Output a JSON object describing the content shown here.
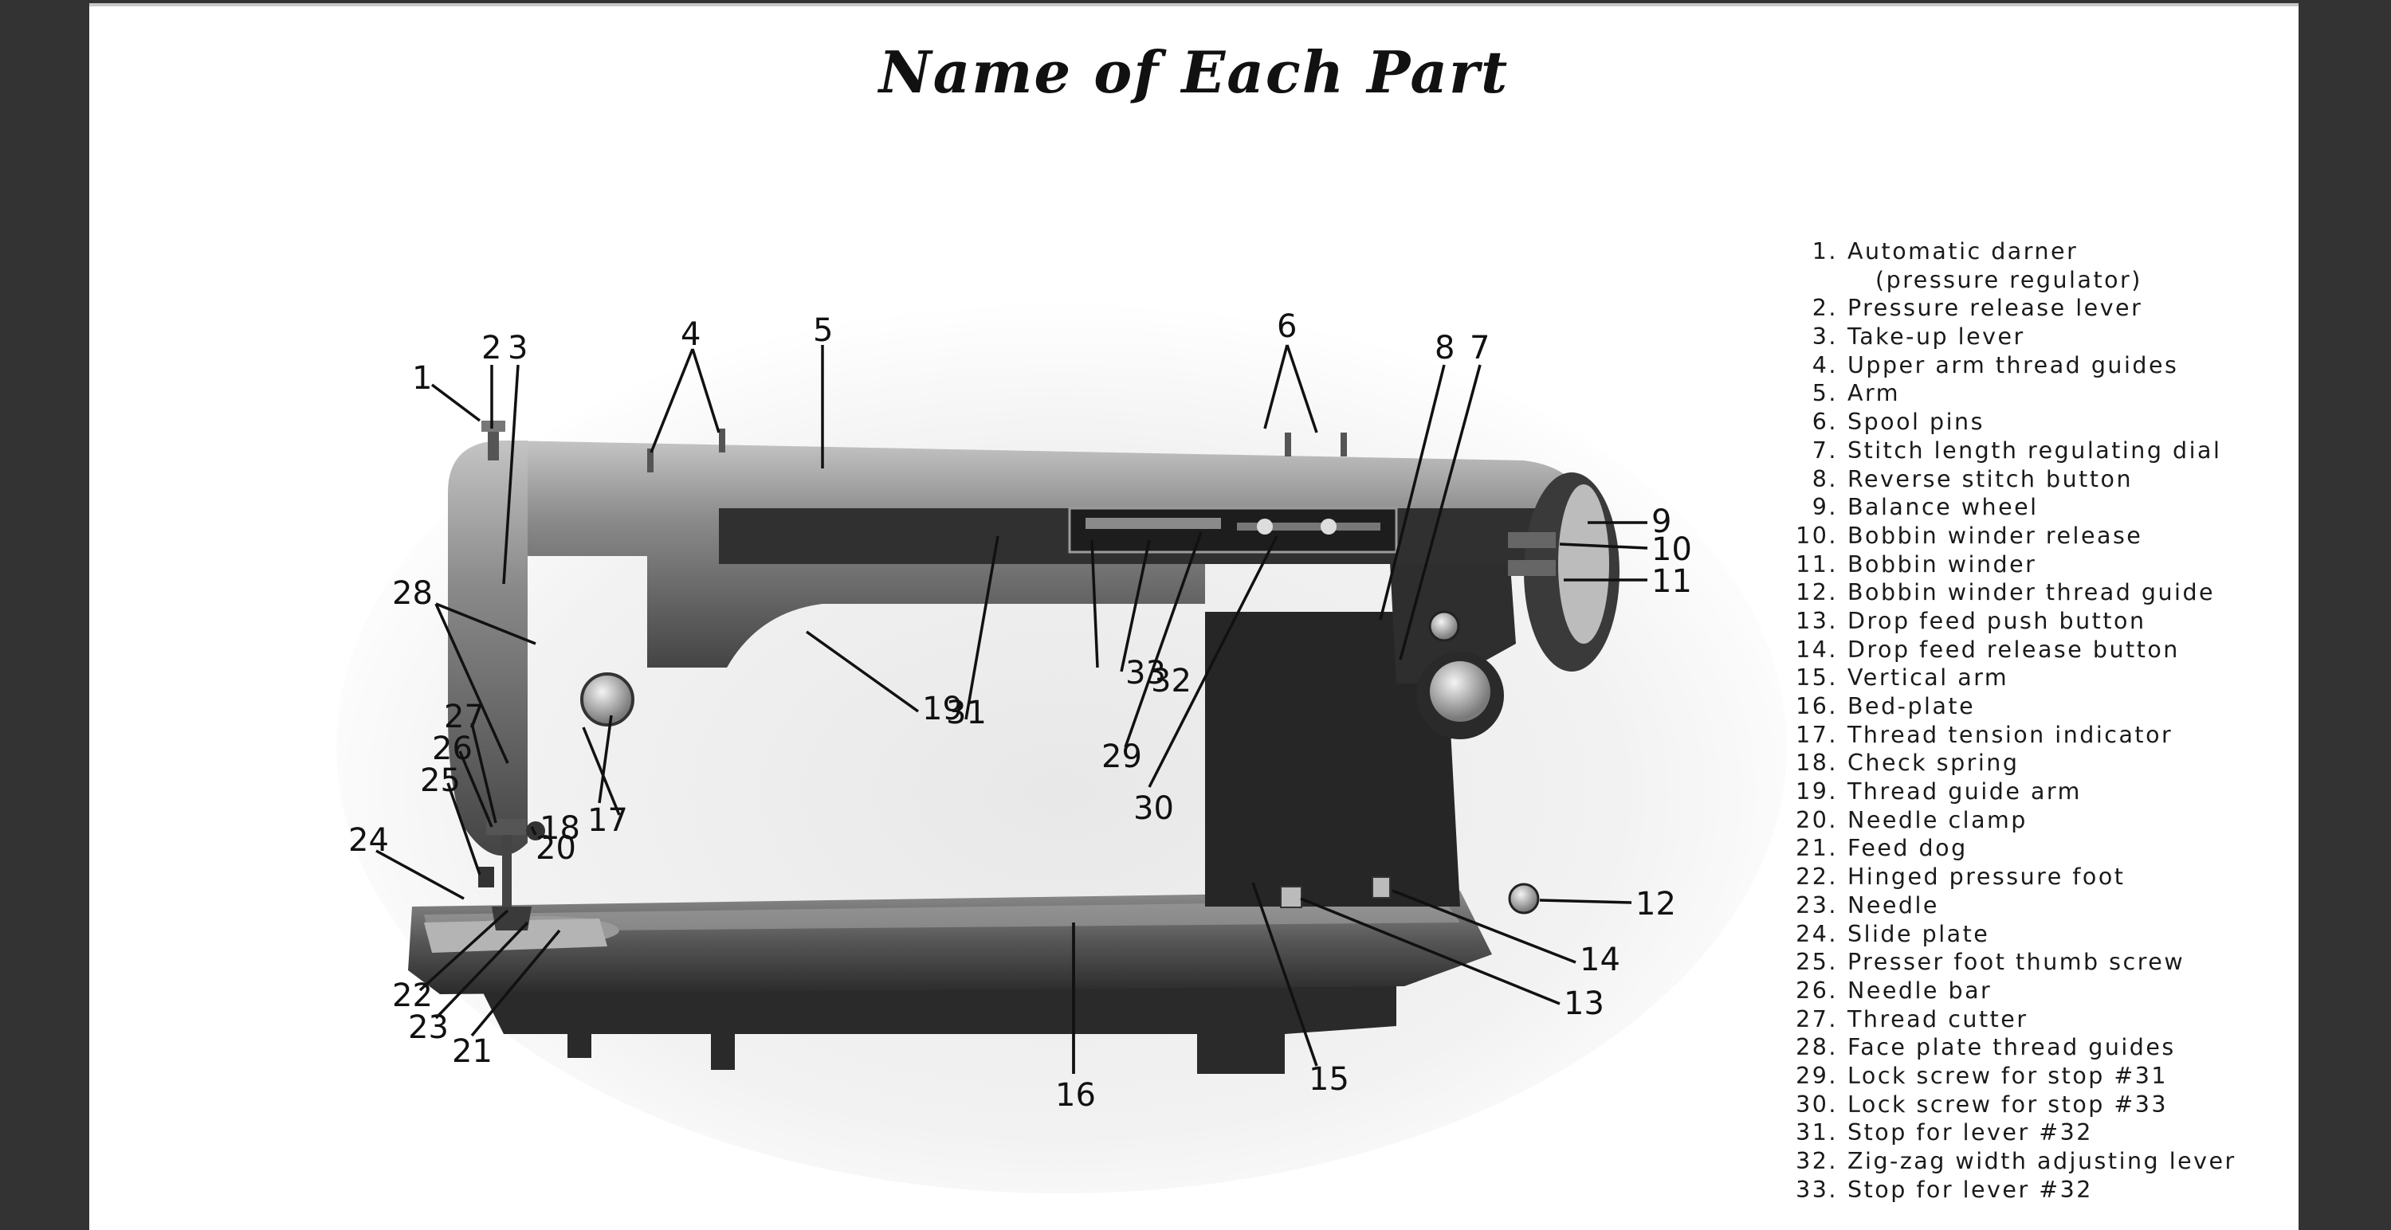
{
  "title": "Name of Each Part",
  "parts": [
    {
      "num": "1.",
      "label": "Automatic darner"
    },
    {
      "num": "",
      "label": "(pressure regulator)"
    },
    {
      "num": "2.",
      "label": "Pressure release lever"
    },
    {
      "num": "3.",
      "label": "Take-up lever"
    },
    {
      "num": "4.",
      "label": "Upper arm thread guides"
    },
    {
      "num": "5.",
      "label": "Arm"
    },
    {
      "num": "6.",
      "label": "Spool pins"
    },
    {
      "num": "7.",
      "label": "Stitch length regulating dial"
    },
    {
      "num": "8.",
      "label": "Reverse stitch button"
    },
    {
      "num": "9.",
      "label": "Balance wheel"
    },
    {
      "num": "10.",
      "label": "Bobbin winder release"
    },
    {
      "num": "11.",
      "label": "Bobbin winder"
    },
    {
      "num": "12.",
      "label": "Bobbin winder thread guide"
    },
    {
      "num": "13.",
      "label": "Drop feed push button"
    },
    {
      "num": "14.",
      "label": "Drop feed release button"
    },
    {
      "num": "15.",
      "label": "Vertical arm"
    },
    {
      "num": "16.",
      "label": "Bed-plate"
    },
    {
      "num": "17.",
      "label": "Thread tension indicator"
    },
    {
      "num": "18.",
      "label": "Check spring"
    },
    {
      "num": "19.",
      "label": "Thread guide arm"
    },
    {
      "num": "20.",
      "label": "Needle clamp"
    },
    {
      "num": "21.",
      "label": "Feed dog"
    },
    {
      "num": "22.",
      "label": "Hinged pressure foot"
    },
    {
      "num": "23.",
      "label": "Needle"
    },
    {
      "num": "24.",
      "label": "Slide plate"
    },
    {
      "num": "25.",
      "label": "Presser foot thumb screw"
    },
    {
      "num": "26.",
      "label": "Needle bar"
    },
    {
      "num": "27.",
      "label": "Thread cutter"
    },
    {
      "num": "28.",
      "label": "Face plate thread guides"
    },
    {
      "num": "29.",
      "label": "Lock screw for stop #31"
    },
    {
      "num": "30.",
      "label": "Lock screw for stop #33"
    },
    {
      "num": "31.",
      "label": "Stop for lever #32"
    },
    {
      "num": "32.",
      "label": "Zig-zag width adjusting lever"
    },
    {
      "num": "33.",
      "label": "Stop for lever #32"
    }
  ],
  "callouts": [
    "1",
    "2",
    "3",
    "4",
    "5",
    "6",
    "8",
    "7",
    "9",
    "10",
    "11",
    "12",
    "13",
    "14",
    "15",
    "16",
    "17",
    "18",
    "19",
    "20",
    "21",
    "22",
    "23",
    "24",
    "25",
    "26",
    "27",
    "28",
    "29",
    "30",
    "31",
    "32",
    "33"
  ],
  "colors": {
    "viewer_background": "#333333",
    "page": "#ffffff",
    "ink": "#111111",
    "machine_dark": "#2a2a2a",
    "machine_mid": "#6a6a6a",
    "machine_light": "#b0b0b0"
  },
  "icons": [
    "sewing-machine-illustration"
  ]
}
